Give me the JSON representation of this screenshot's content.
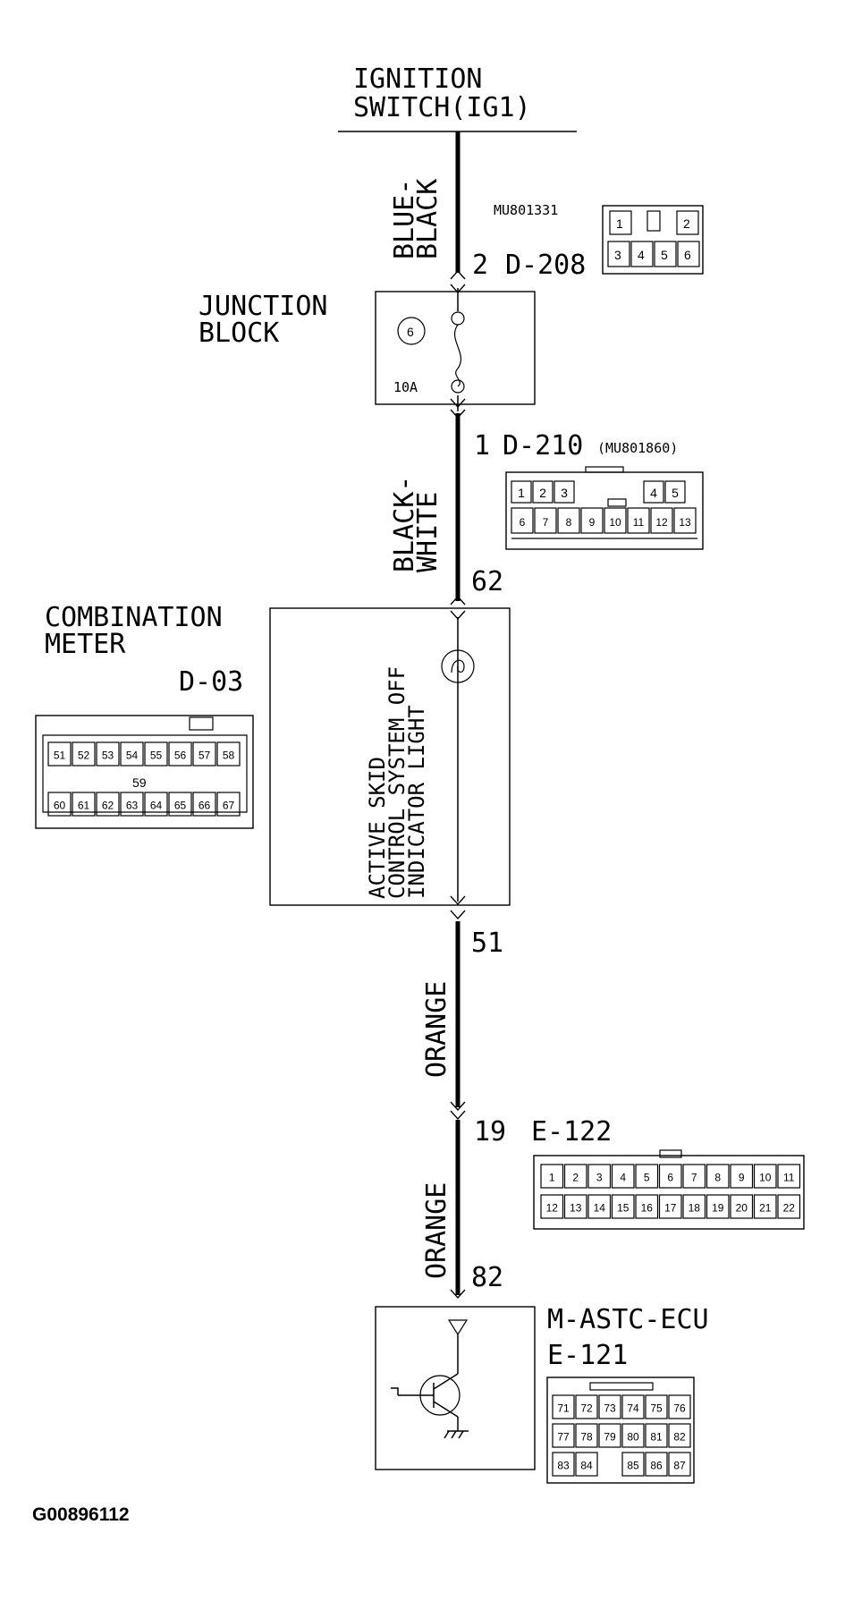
{
  "ignition": {
    "line1": "IGNITION",
    "line2": "SWITCH(IG1)"
  },
  "wire_blue_black": {
    "line1": "BLUE-",
    "line2": "BLACK"
  },
  "conn_d208": {
    "pin": "2",
    "id": "D-208",
    "part": "MU801331",
    "pins_top": [
      "1",
      "2"
    ],
    "pins_bottom": [
      "3",
      "4",
      "5",
      "6"
    ]
  },
  "junction_block": {
    "line1": "JUNCTION",
    "line2": "BLOCK",
    "fuse_number": "6",
    "rating": "10A"
  },
  "conn_d210": {
    "pin": "1",
    "id": "D-210",
    "part": "(MU801860)",
    "pins_top": [
      "1",
      "2",
      "3",
      "4",
      "5"
    ],
    "pins_bottom": [
      "6",
      "7",
      "8",
      "9",
      "10",
      "11",
      "12",
      "13"
    ]
  },
  "wire_black_white": {
    "line1": "BLACK-",
    "line2": "WHITE"
  },
  "combination_meter": {
    "line1": "COMBINATION",
    "line2": "METER",
    "connector_id": "D-03",
    "pin_in": "62",
    "pin_out": "51",
    "indicator_lines": [
      "ACTIVE SKID",
      "CONTROL SYSTEM OFF",
      "INDICATOR LIGHT"
    ]
  },
  "conn_d03": {
    "pins_top": [
      "51",
      "52",
      "53",
      "54",
      "55",
      "56",
      "57",
      "58"
    ],
    "pin_middle": "59",
    "pins_bottom": [
      "60",
      "61",
      "62",
      "63",
      "64",
      "65",
      "66",
      "67"
    ]
  },
  "wire_orange_1": {
    "label": "ORANGE"
  },
  "conn_e122": {
    "pin": "19",
    "id": "E-122",
    "pins_top": [
      "1",
      "2",
      "3",
      "4",
      "5",
      "6",
      "7",
      "8",
      "9",
      "10",
      "11"
    ],
    "pins_bottom": [
      "12",
      "13",
      "14",
      "15",
      "16",
      "17",
      "18",
      "19",
      "20",
      "21",
      "22"
    ]
  },
  "wire_orange_2": {
    "label": "ORANGE"
  },
  "ecu": {
    "pin": "82",
    "name": "M-ASTC-ECU",
    "connector_id": "E-121",
    "pins_row1": [
      "71",
      "72",
      "73",
      "74",
      "75",
      "76"
    ],
    "pins_row2": [
      "77",
      "78",
      "79",
      "80",
      "81",
      "82"
    ],
    "pins_row3": [
      "83",
      "84",
      "85",
      "86",
      "87"
    ]
  },
  "figure_id": "G00896112"
}
